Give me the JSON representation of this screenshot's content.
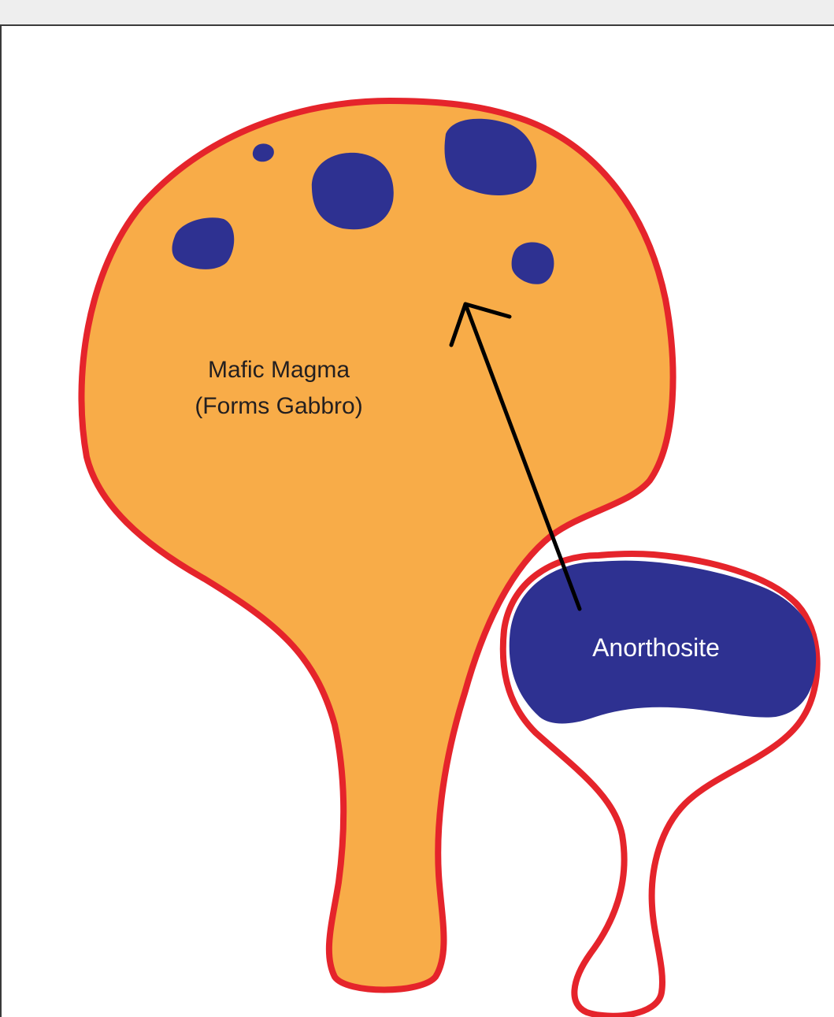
{
  "colors": {
    "outline": "#e5242b",
    "mafic_fill": "#f8ac48",
    "anorthosite_fill": "#2e3191",
    "arrow": "#000000",
    "label_dark": "#231f20",
    "label_light": "#ffffff",
    "background": "#ffffff",
    "top_strip": "#eeeeee"
  },
  "labels": {
    "mafic_line1": "Mafic Magma",
    "mafic_line2": "(Forms Gabbro)",
    "anorthosite": "Anorthosite"
  }
}
